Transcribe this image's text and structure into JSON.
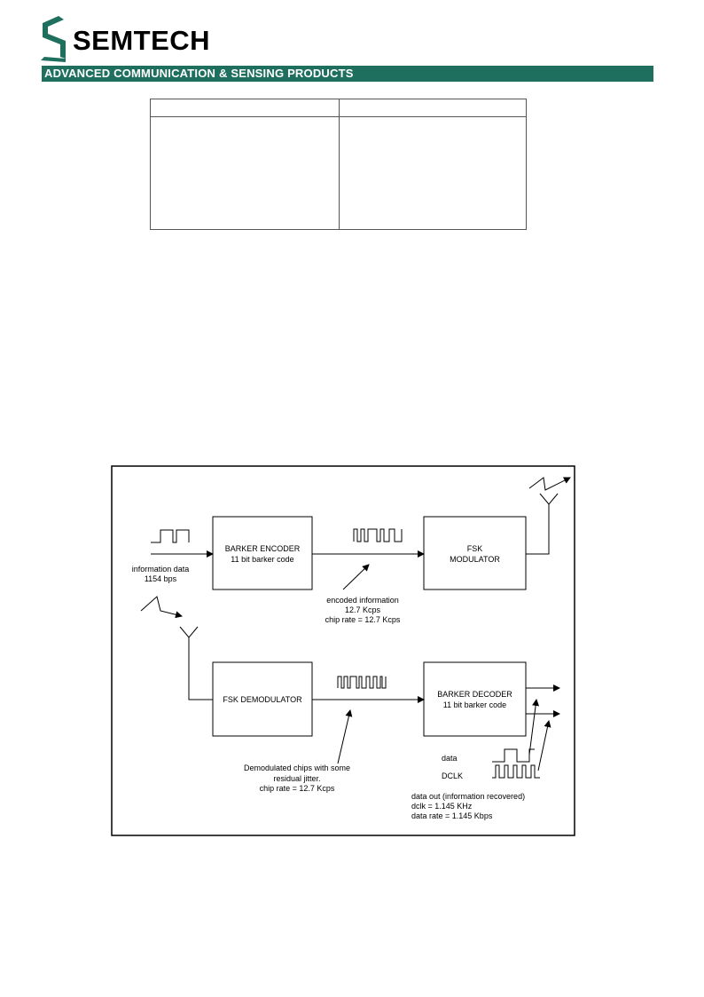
{
  "header": {
    "brand": "SEMTECH",
    "logo_icon": "semtech-s-logo-icon",
    "banner_text": "ADVANCED COMMUNICATION & SENSING PRODUCTS",
    "banner_color": "#1e6f5d"
  },
  "table": {
    "headers": [
      "",
      ""
    ],
    "cells": [
      "",
      ""
    ]
  },
  "diagram": {
    "blocks": {
      "barker_encoder": [
        "BARKER ENCODER",
        "11 bit barker code"
      ],
      "fsk_modulator": [
        "FSK",
        "MODULATOR"
      ],
      "fsk_demodulator": [
        "FSK DEMODULATOR"
      ],
      "barker_decoder": [
        "BARKER DECODER",
        "11 bit barker code"
      ]
    },
    "labels": {
      "info_data": [
        "information data",
        "1154 bps"
      ],
      "encoded": [
        "encoded  information",
        "12.7 Kcps",
        "chip rate = 12.7 Kcps"
      ],
      "demodulated": [
        "Demodulated chips with some",
        "residual jitter.",
        "chip rate = 12.7 Kcps"
      ],
      "data": "data",
      "dclk": "DCLK",
      "data_out": [
        "data out (information recovered)",
        "dclk = 1.145 KHz",
        "data rate = 1.145 Kbps"
      ]
    }
  }
}
